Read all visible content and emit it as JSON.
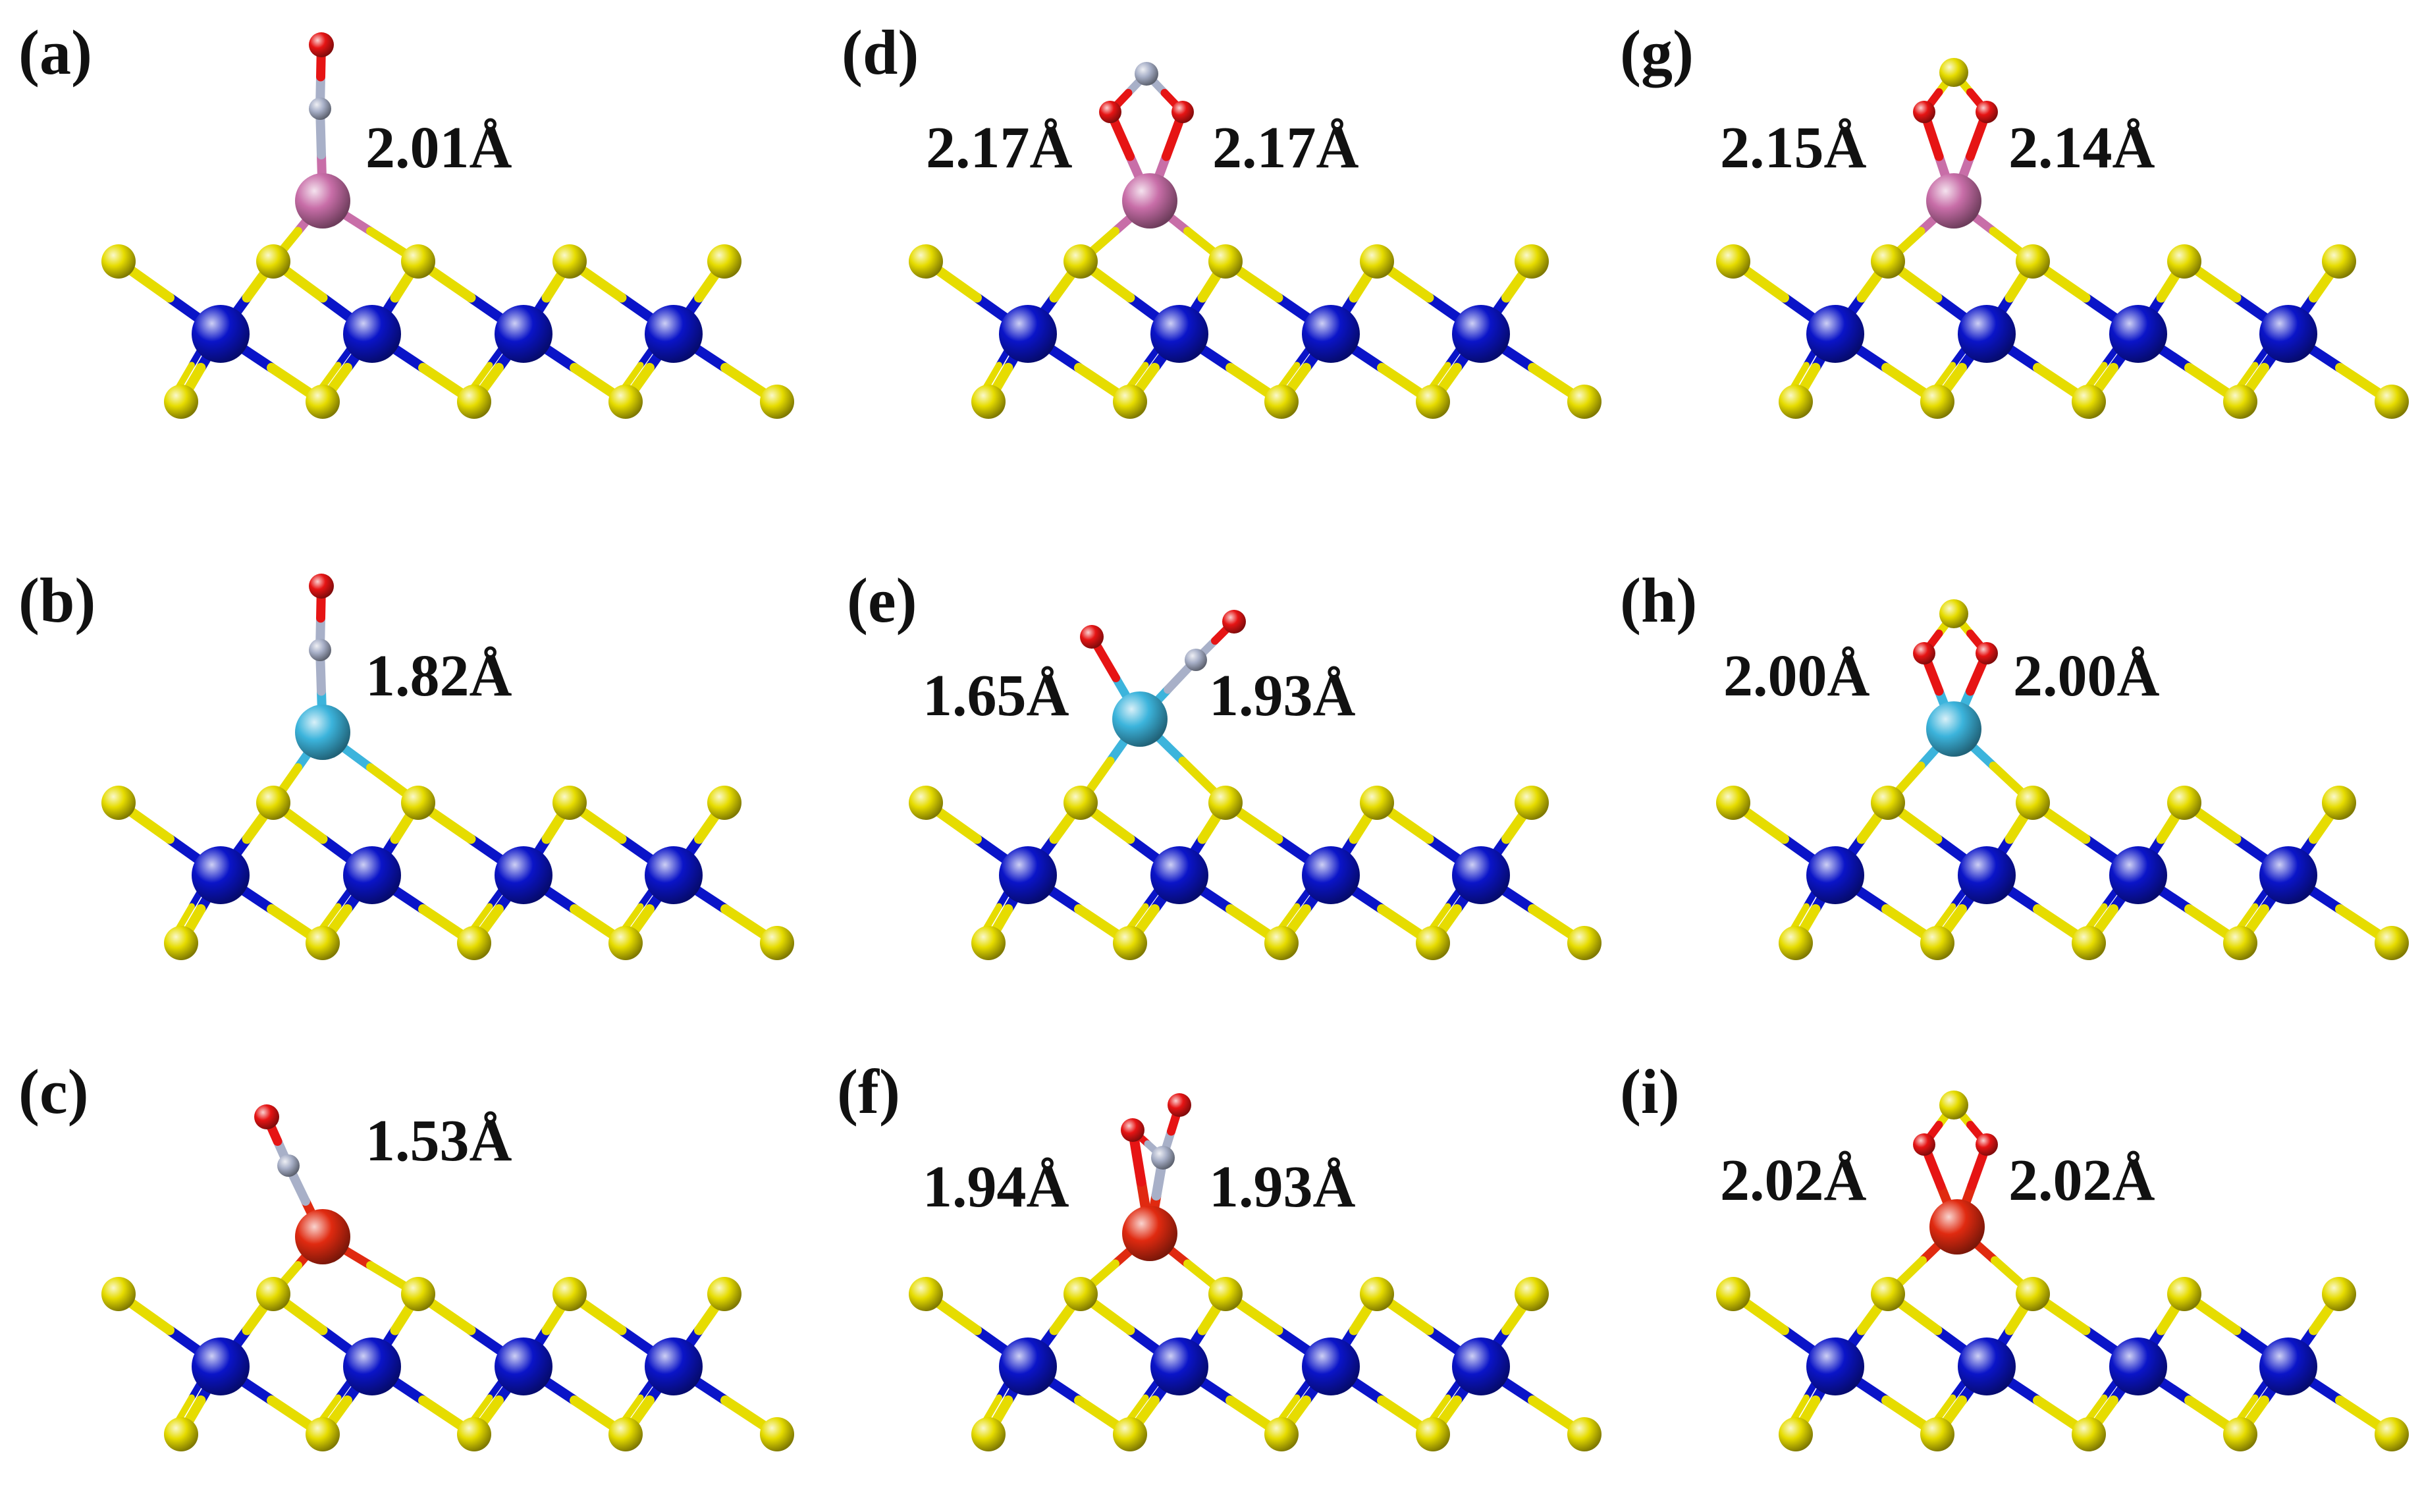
{
  "colors": {
    "Mo": "#0a14c8",
    "S": "#e6dc00",
    "O": "#e61414",
    "N": "#a8b0c8",
    "metal_a": "#c86ea8",
    "metal_b": "#3cb4dc",
    "metal_c": "#e02a10",
    "background": "#ffffff",
    "text": "#111111"
  },
  "panels": [
    {
      "id": "a",
      "label": "(a)",
      "metal": "metal_a",
      "adsorbate": "NO",
      "distances": [
        "2.01Å"
      ]
    },
    {
      "id": "b",
      "label": "(b)",
      "metal": "metal_b",
      "adsorbate": "NO",
      "distances": [
        "1.82Å"
      ]
    },
    {
      "id": "c",
      "label": "(c)",
      "metal": "metal_c",
      "adsorbate": "NO",
      "distances": [
        "1.53Å"
      ]
    },
    {
      "id": "d",
      "label": "(d)",
      "metal": "metal_a",
      "adsorbate": "NO2",
      "distances": [
        "2.17Å",
        "2.17Å"
      ]
    },
    {
      "id": "e",
      "label": "(e)",
      "metal": "metal_b",
      "adsorbate": "NO2-dissociated",
      "distances": [
        "1.65Å",
        "1.93Å"
      ]
    },
    {
      "id": "f",
      "label": "(f)",
      "metal": "metal_c",
      "adsorbate": "NO2-tilted",
      "distances": [
        "1.94Å",
        "1.93Å"
      ]
    },
    {
      "id": "g",
      "label": "(g)",
      "metal": "metal_a",
      "adsorbate": "SO2",
      "distances": [
        "2.15Å",
        "2.14Å"
      ]
    },
    {
      "id": "h",
      "label": "(h)",
      "metal": "metal_b",
      "adsorbate": "SO2",
      "distances": [
        "2.00Å",
        "2.00Å"
      ]
    },
    {
      "id": "i",
      "label": "(i)",
      "metal": "metal_c",
      "adsorbate": "SO2",
      "distances": [
        "2.02Å",
        "2.02Å"
      ]
    }
  ]
}
